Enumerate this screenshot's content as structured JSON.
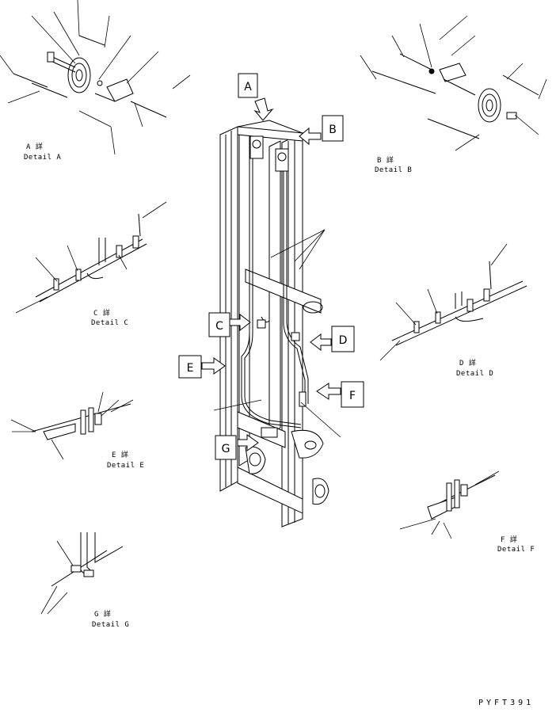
{
  "callouts": {
    "a": "A",
    "b": "B",
    "c": "C",
    "d": "D",
    "e": "E",
    "f": "F",
    "g": "G"
  },
  "details": {
    "a": {
      "letter": "A 詳",
      "caption": "Detail A"
    },
    "b": {
      "letter": "B 詳",
      "caption": "Detail B"
    },
    "c": {
      "letter": "C 詳",
      "caption": "Detail C"
    },
    "d": {
      "letter": "D 詳",
      "caption": "Detail D"
    },
    "e": {
      "letter": "E 詳",
      "caption": "Detail E"
    },
    "f": {
      "letter": "F 詳",
      "caption": "Detail F"
    },
    "g": {
      "letter": "G 詳",
      "caption": "Detail G"
    }
  },
  "drawing_code": "PYFT391"
}
